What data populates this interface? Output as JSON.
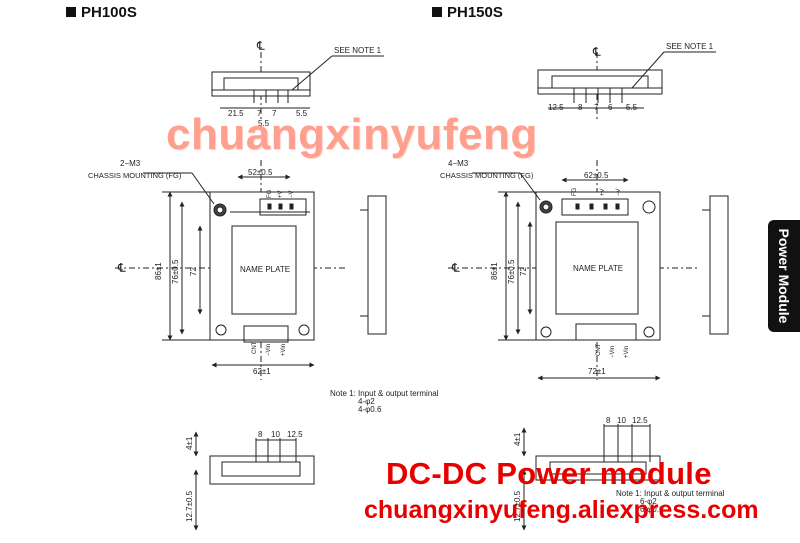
{
  "ph100": {
    "model": "PH100S",
    "centerline": "℄",
    "see_note": "SEE NOTE 1",
    "top_dims": [
      "21.5",
      "7",
      "7",
      "5.5"
    ],
    "top_dim_below": "5.5",
    "mount_label": "2−M3",
    "chassis_label": "CHASSIS MOUNTING (FG)",
    "width_top": "52±0.5",
    "height_outer": "86±1",
    "height_inner": "76±0.5",
    "height_plate": "72",
    "name_plate": "NAME PLATE",
    "width_bottom": "62±1",
    "pins_top": [
      "FG",
      "+V",
      "−V"
    ],
    "pins_bottom": [
      "CNT",
      "−Vin",
      "+Vin"
    ],
    "note_title": "Note 1: Input & output terminal",
    "note_line1": "4-φ2",
    "note_line2": "4-φ0.6",
    "bottom_dims": [
      "8",
      "10",
      "12.5"
    ],
    "side_dim_1": "4±1",
    "side_dim_2": "12.7±0.5"
  },
  "ph150": {
    "model": "PH150S",
    "centerline": "℄",
    "see_note": "SEE NOTE 1",
    "top_dims": [
      "12.5",
      "8",
      "7",
      "6",
      "5.5"
    ],
    "mount_label": "4−M3",
    "chassis_label": "CHASSIS MOUNTING (FG)",
    "width_top": "62±0.5",
    "height_outer": "86±1",
    "height_inner": "76±0.5",
    "height_plate": "72",
    "name_plate": "NAME PLATE",
    "width_bottom": "72±1",
    "pins_top": [
      "FG",
      "+V",
      "−V"
    ],
    "pins_bottom": [
      "CNT",
      "−Vin",
      "+Vin"
    ],
    "note_title": "Note 1: Input & output terminal",
    "note_line1": "6-φ2",
    "note_line2": "6-φ0.6",
    "bottom_dims": [
      "8",
      "10",
      "12.5"
    ],
    "side_dim_1": "4±1",
    "side_dim_2": "12.7±0.5"
  },
  "watermark_text": "chuangxinyufeng",
  "side_tab_text": "Power Module",
  "banner_title": "DC-DC Power module",
  "banner_url": "chuangxinyufeng.aliexpress.com",
  "colors": {
    "line": "#222222",
    "watermark": "#ff8f7a",
    "banner": "#e80000",
    "tab": "#111111"
  }
}
